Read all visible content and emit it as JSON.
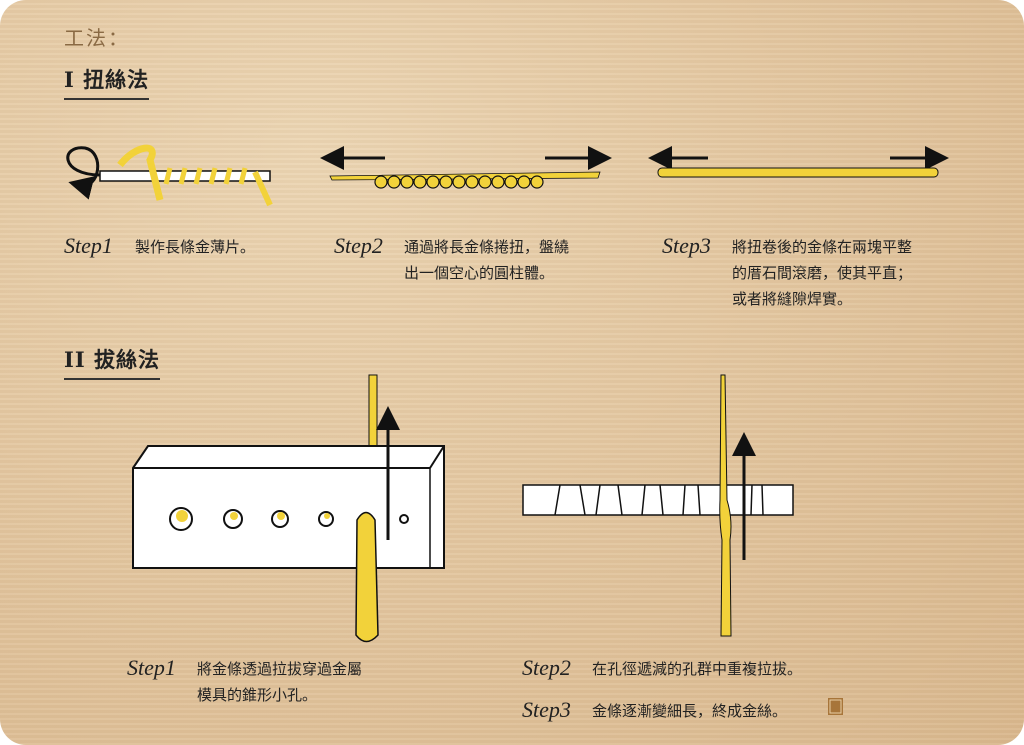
{
  "title": "工法：",
  "section1": {
    "heading": "I 扭絲法",
    "steps": [
      {
        "label": "Step1",
        "text": "製作長條金薄片。"
      },
      {
        "label": "Step2",
        "lines": [
          "通過將長金條捲扭，盤繞",
          "出一個空心的圓柱體。"
        ]
      },
      {
        "label": "Step3",
        "lines": [
          "將扭卷後的金條在兩塊平整",
          "的厝石間滾磨，使其平直；",
          "或者將縫隙焊實。"
        ]
      }
    ]
  },
  "section2": {
    "heading": "II 拔絲法",
    "steps": [
      {
        "label": "Step1",
        "lines": [
          "將金條透過拉拔穿過金屬",
          "模具的錐形小孔。"
        ]
      },
      {
        "label": "Step2",
        "text": "在孔徑遞減的孔群中重複拉拔。"
      },
      {
        "label": "Step3",
        "text": "金條逐漸變細長，終成金絲。"
      }
    ]
  },
  "colors": {
    "gold": "#f2d23a",
    "ink": "#111111"
  }
}
